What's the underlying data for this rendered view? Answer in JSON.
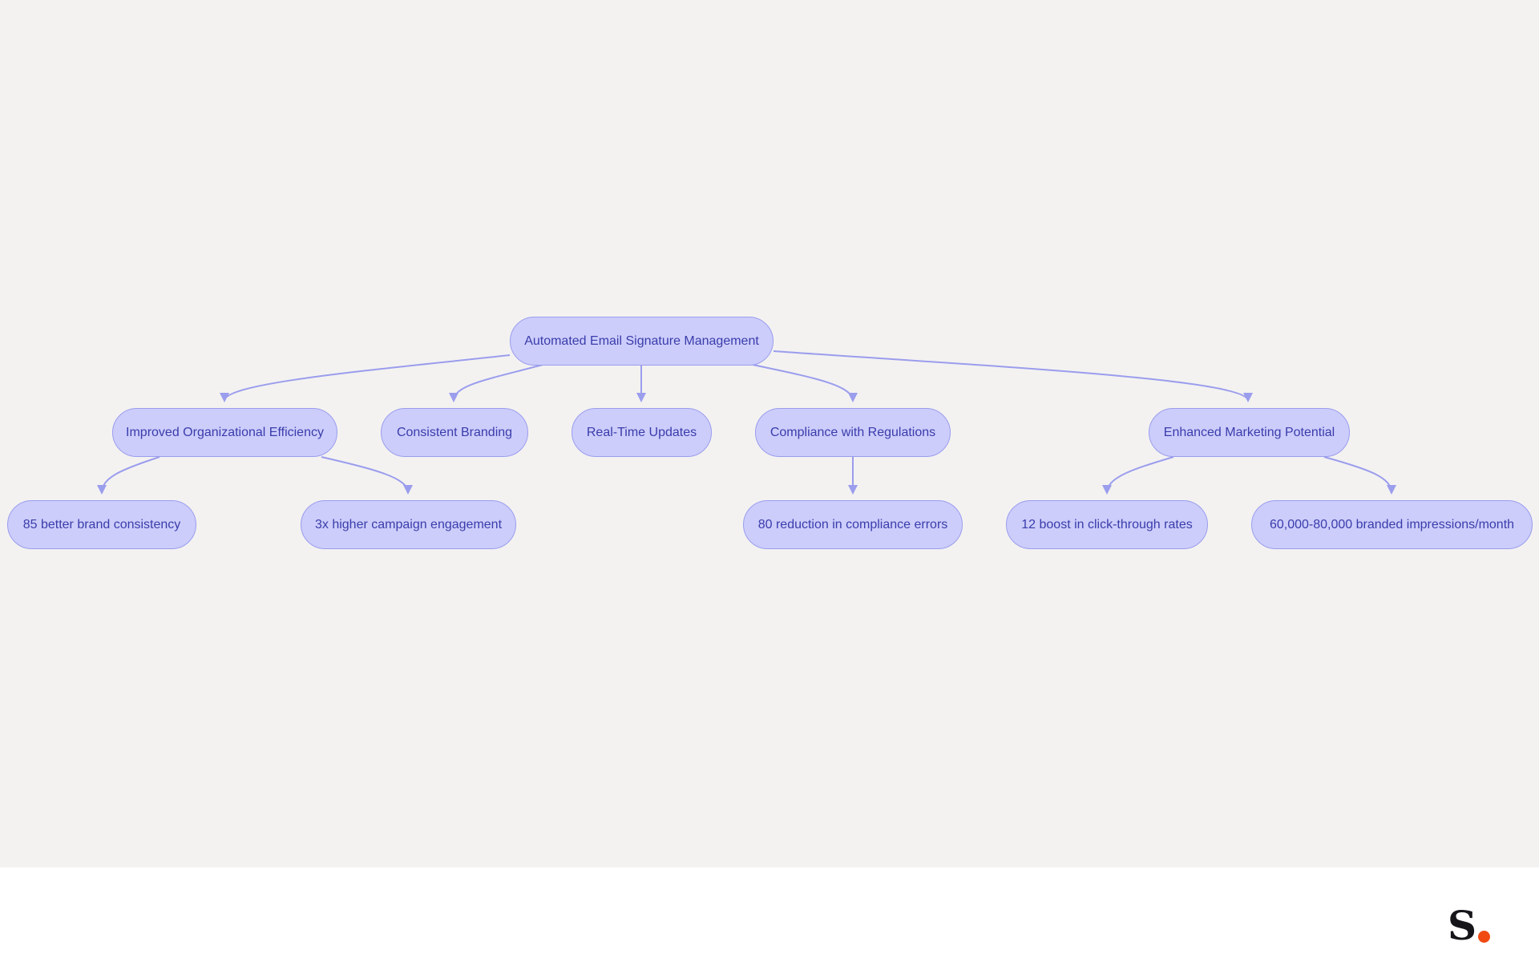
{
  "diagram": {
    "root": {
      "label": "Automated Email Signature Management"
    },
    "level1": [
      {
        "label": "Improved Organizational Efficiency"
      },
      {
        "label": "Consistent Branding"
      },
      {
        "label": "Real-Time Updates"
      },
      {
        "label": "Compliance with Regulations"
      },
      {
        "label": "Enhanced Marketing Potential"
      }
    ],
    "level2": [
      {
        "label": "85 better brand consistency"
      },
      {
        "label": "3x higher campaign engagement"
      },
      {
        "label": "80 reduction in compliance errors"
      },
      {
        "label": "12 boost in click-through rates"
      },
      {
        "label": "60,000-80,000 branded impressions/month"
      }
    ],
    "colors": {
      "node_fill": "#cccdfb",
      "node_border": "#9b9ded",
      "edge": "#9b9ded",
      "text": "#3a3cab",
      "background": "#f3f2f1"
    }
  },
  "footer": {
    "logo": {
      "letter": "S",
      "dot_color": "#f04a12"
    }
  }
}
